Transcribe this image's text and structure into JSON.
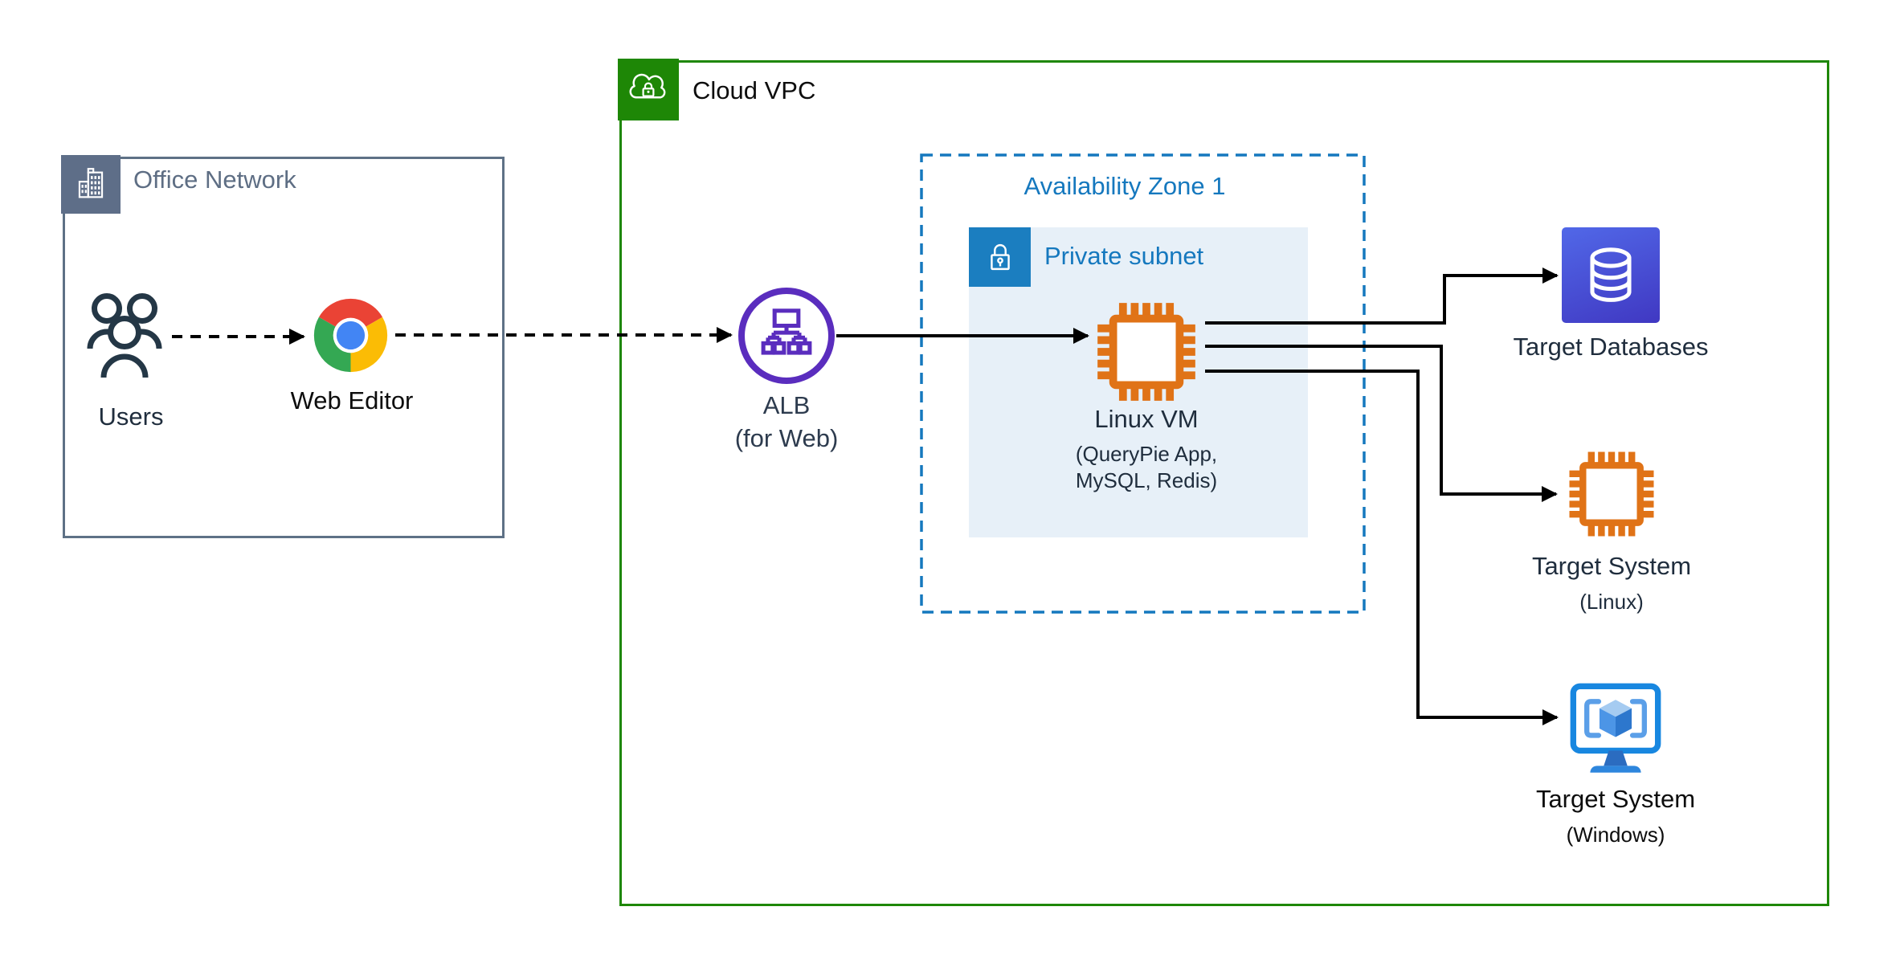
{
  "diagram": {
    "office": {
      "title": "Office Network",
      "users_label": "Users",
      "web_editor_label": "Web Editor"
    },
    "vpc": {
      "title": "Cloud VPC",
      "alb": {
        "label": "ALB",
        "sublabel": "(for Web)"
      },
      "az": {
        "title": "Availability Zone 1",
        "subnet": {
          "title": "Private subnet",
          "vm": {
            "label": "Linux VM",
            "sub1": "(QueryPie App,",
            "sub2": "MySQL, Redis)"
          }
        }
      },
      "targets": [
        {
          "label": "Target Databases",
          "sublabel": "",
          "icon": "database-icon"
        },
        {
          "label": "Target System",
          "sublabel": "(Linux)",
          "icon": "server-chip-icon"
        },
        {
          "label": "Target System",
          "sublabel": "(Windows)",
          "icon": "windows-vm-monitor-icon"
        }
      ]
    },
    "colors": {
      "office_accent": "#5E6E88",
      "vpc_green": "#1E8706",
      "az_blue": "#1578BE",
      "subnet_bg": "#E7F0F8",
      "subnet_blue": "#1B7EC0",
      "alb_purple": "#5A2DBE",
      "chip_orange": "#E07317",
      "db_gradient_start": "#5168E8",
      "db_gradient_end": "#4038C2",
      "azure_blue": "#1887E0",
      "text_dark": "#1F2D3D",
      "connector": "#000000"
    }
  }
}
